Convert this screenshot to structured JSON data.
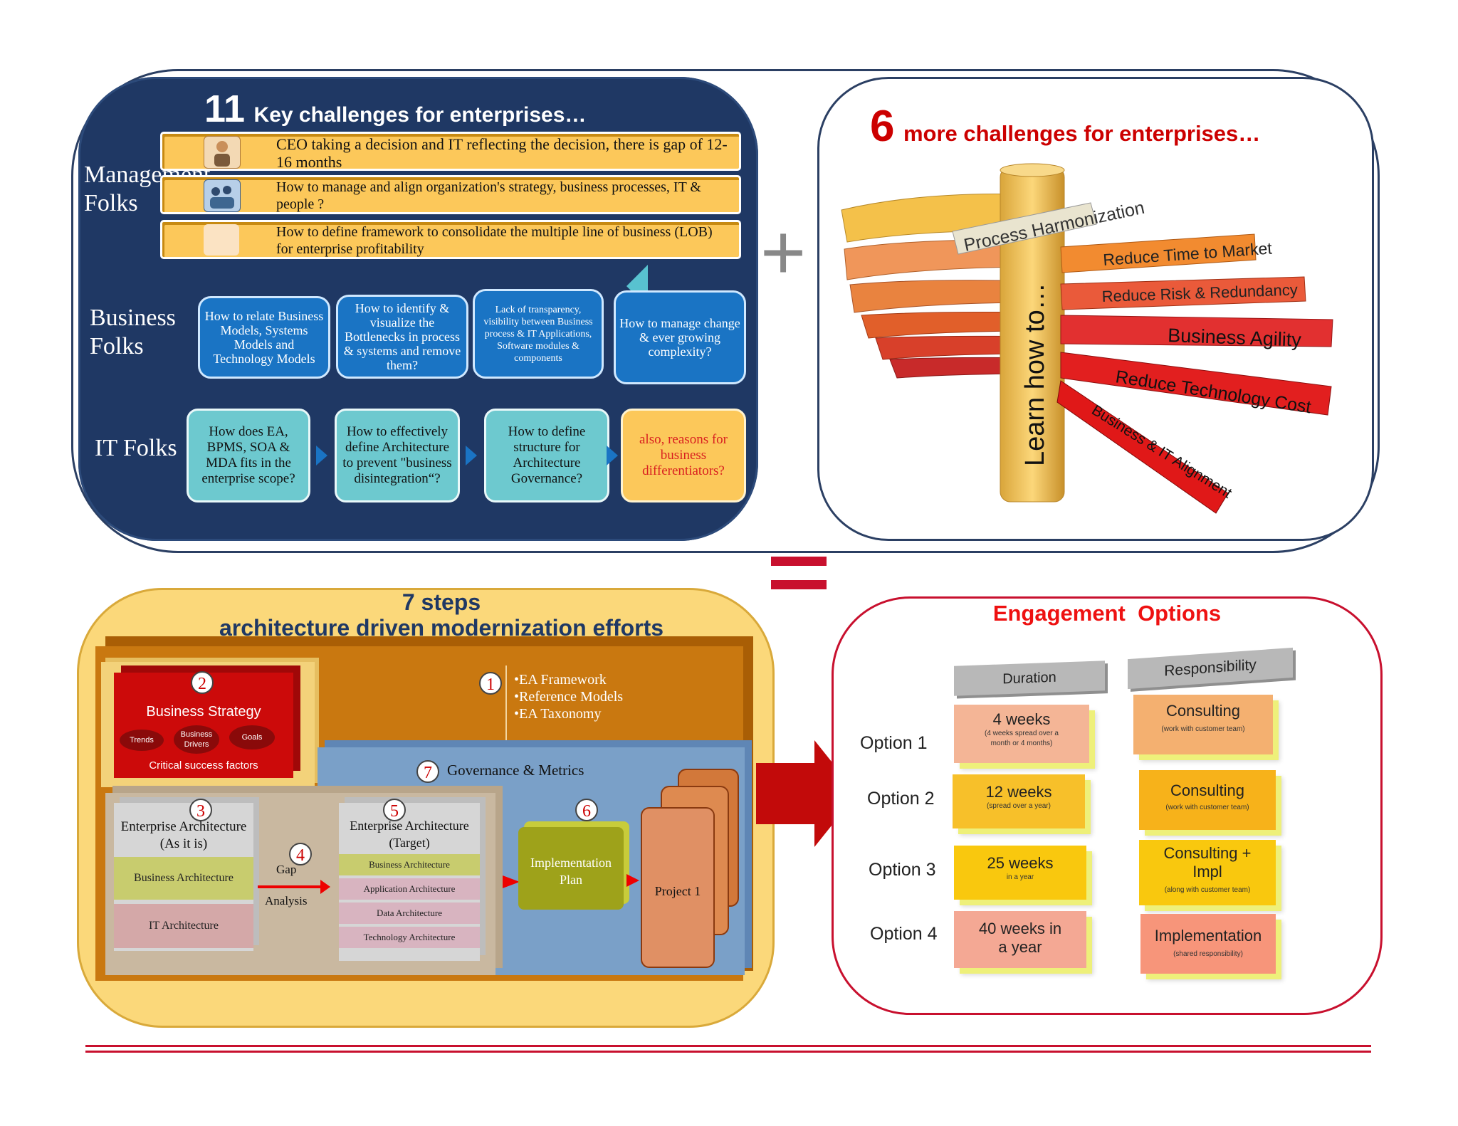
{
  "panel_challenges": {
    "number": "11",
    "title": "Key challenges for enterprises…",
    "row_labels": {
      "management": [
        "Management",
        "Folks"
      ],
      "business": [
        "Business",
        "Folks"
      ],
      "it": "IT Folks"
    },
    "management_items": [
      "CEO taking a decision and IT reflecting the decision, there is gap of 12-16 months",
      "How to manage and align organization's strategy, business processes, IT & people ?",
      "How to define framework to consolidate the multiple line of business (LOB) for enterprise profitability"
    ],
    "business_items": [
      "How to relate Business Models, Systems Models and Technology Models",
      "How to identify & visualize the Bottlenecks in process & systems and remove them?",
      "Lack of transparency, visibility between Business process & IT Applications, Software modules & components",
      "How to manage change & ever growing complexity?"
    ],
    "it_items": [
      "How does EA, BPMS, SOA & MDA fits in the enterprise scope?",
      "How to effectively define Architecture to prevent \"business disintegration“?",
      "How to define structure for Architecture Governance?",
      "also, reasons for business differentiators?"
    ]
  },
  "plus_sign": "+",
  "equals_sign": "=",
  "panel_more": {
    "number": "6",
    "title": "more challenges for enterprises…",
    "pillar_text": "Learn how to…",
    "steps": [
      "Process Harmonization",
      "Reduce Time to Market",
      "Reduce Risk & Redundancy",
      "Business Agility",
      "Reduce Technology Cost",
      "Business & IT Alignment"
    ]
  },
  "panel_steps": {
    "title_line1": "7 steps",
    "title_line2": "architecture driven modernization efforts",
    "ea_items": [
      "•EA Framework",
      "•Reference Models",
      "•EA Taxonomy"
    ],
    "business_strategy": "Business Strategy",
    "drivers": [
      "Trends",
      "Business Drivers",
      "Goals"
    ],
    "critical": "Critical success factors",
    "governance": "Governance & Metrics",
    "ea_as_is": [
      "Enterprise Architecture",
      "(As it is)"
    ],
    "as_is_layers": [
      "Business Architecture",
      "IT Architecture"
    ],
    "gap": "Gap",
    "analysis": "Analysis",
    "ea_target": [
      "Enterprise Architecture",
      "(Target)"
    ],
    "target_layers": [
      "Business Architecture",
      "Application Architecture",
      "Data Architecture",
      "Technology Architecture"
    ],
    "impl_plan": [
      "Implementation",
      "Plan"
    ],
    "project": "Project 1",
    "numbers": [
      "1",
      "2",
      "3",
      "4",
      "5",
      "6",
      "7"
    ]
  },
  "panel_engagement": {
    "title": "Engagement  Options",
    "headers": [
      "Duration",
      "Responsibility"
    ],
    "options": [
      {
        "label": "Option  1",
        "duration": "4 weeks",
        "duration_note": "(4 weeks spread over a month or 4 months)",
        "resp": "Consulting",
        "resp_note": "(work with customer team)"
      },
      {
        "label": "Option 2",
        "duration": "12 weeks",
        "duration_note": "(spread over a year)",
        "resp": "Consulting",
        "resp_note": "(work with customer team)"
      },
      {
        "label": "Option 3",
        "duration": "25 weeks",
        "duration_note": "in a year",
        "resp": "Consulting + Impl",
        "resp_note": "(along with customer team)"
      },
      {
        "label": "Option 4",
        "duration": "40 weeks in a year",
        "duration_note": "",
        "resp": "Implementation",
        "resp_note": "(shared responsibility)"
      }
    ]
  },
  "colors": {
    "navy": "#1f3864",
    "red": "#c8102e",
    "gold": "#fcc85a",
    "teal": "#6dc9cf",
    "blue": "#1a74c4"
  }
}
